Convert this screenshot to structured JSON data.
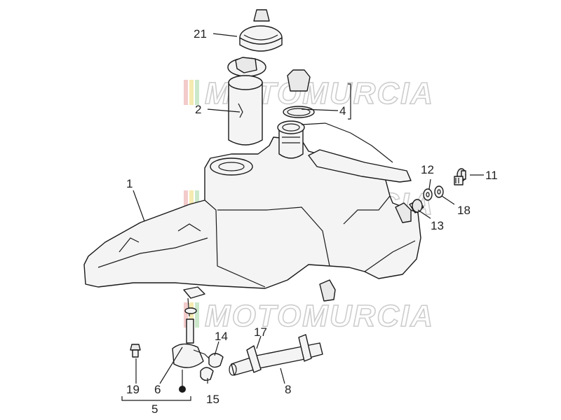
{
  "diagram": {
    "watermark": "MOTOMURCIA",
    "callouts": [
      {
        "id": "21",
        "text": "21"
      },
      {
        "id": "2",
        "text": "2"
      },
      {
        "id": "4",
        "text": "4"
      },
      {
        "id": "1",
        "text": "1"
      },
      {
        "id": "12",
        "text": "12"
      },
      {
        "id": "11",
        "text": "11"
      },
      {
        "id": "18",
        "text": "18"
      },
      {
        "id": "13",
        "text": "13"
      },
      {
        "id": "14",
        "text": "14"
      },
      {
        "id": "17",
        "text": "17"
      },
      {
        "id": "8",
        "text": "8"
      },
      {
        "id": "19",
        "text": "19"
      },
      {
        "id": "6",
        "text": "6"
      },
      {
        "id": "5",
        "text": "5"
      },
      {
        "id": "15",
        "text": "15"
      }
    ],
    "colors": {
      "line": "#1a1a1a",
      "fill": "#f4f4f4",
      "watermark": "#c8c8c8"
    }
  }
}
